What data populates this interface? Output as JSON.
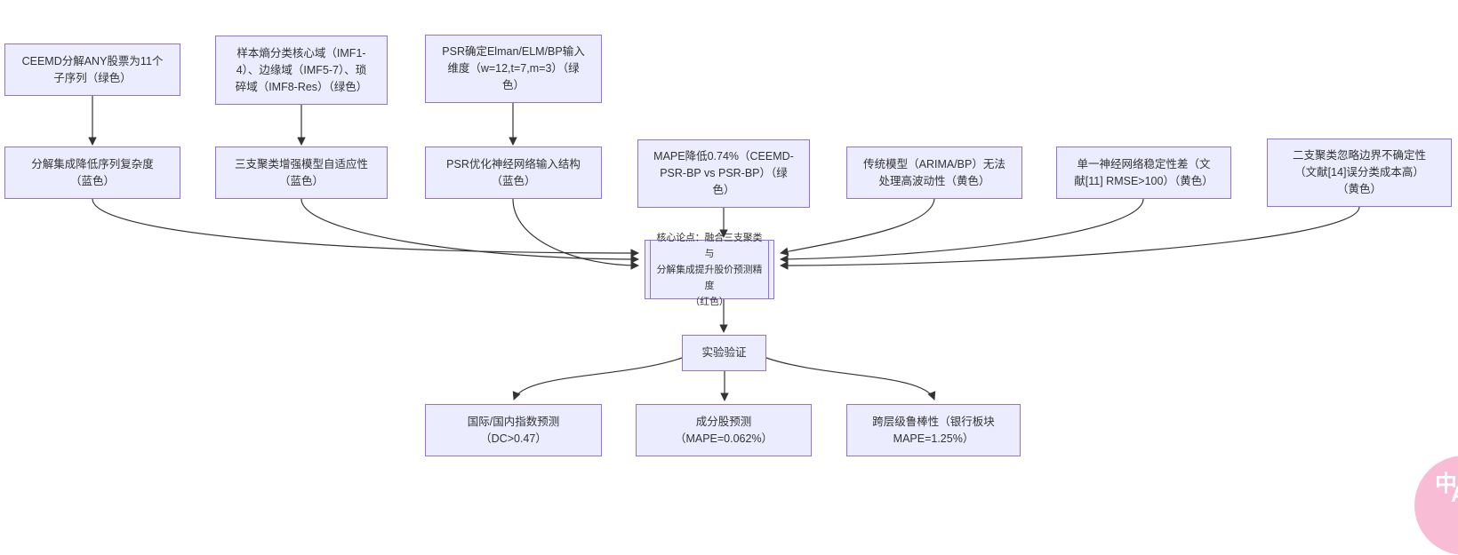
{
  "colors": {
    "node_fill": "#ECECFF",
    "node_border": "#9370DB",
    "edge": "#333333",
    "text": "#333333",
    "translate_button_bg": "#f8bdd4"
  },
  "nodes": {
    "ceemd_decompose": {
      "label": "CEEMD分解ANY股票为11个\n子序列（绿色）"
    },
    "sample_entropy": {
      "label": "样本熵分类核心域（IMF1-\n4）、边缘域（IMF5-7）、琐\n碎域（IMF8-Res）（绿色）"
    },
    "psr_input_dim": {
      "label": "PSR确定Elman/ELM/BP输入\n维度（w=12,t=7,m=3）（绿\n色）"
    },
    "decomp_complexity": {
      "label": "分解集成降低序列复杂度\n（蓝色）"
    },
    "three_way_adaptivity": {
      "label": "三支聚类增强模型自适应性\n（蓝色）"
    },
    "psr_structure": {
      "label": "PSR优化神经网络输入结构\n（蓝色）"
    },
    "mape_reduction": {
      "label": "MAPE降低0.74%（CEEMD-\nPSR-BP vs PSR-BP）（绿\n色）"
    },
    "traditional_limit": {
      "label": "传统模型（ARIMA/BP）无法\n处理高波动性（黄色）"
    },
    "single_nn_unstable": {
      "label": "单一神经网络稳定性差（文\n献[11] RMSE>100）（黄色）"
    },
    "two_way_limit": {
      "label": "二支聚类忽略边界不确定性\n（文献[14]误分类成本高）\n（黄色）"
    },
    "core_thesis": {
      "label": "核心论点：融合三支聚类与\n分解集成提升股价预测精度\n（红色）"
    },
    "experiment": {
      "label": "实验验证"
    },
    "index_prediction": {
      "label": "国际/国内指数预测\n（DC>0.47）"
    },
    "constituent_prediction": {
      "label": "成分股预测\n（MAPE=0.062%）"
    },
    "cross_level_robustness": {
      "label": "跨层级鲁棒性（银行板块\nMAPE=1.25%）"
    }
  },
  "edges": [
    {
      "from": "ceemd_decompose",
      "to": "decomp_complexity"
    },
    {
      "from": "sample_entropy",
      "to": "three_way_adaptivity"
    },
    {
      "from": "psr_input_dim",
      "to": "psr_structure"
    },
    {
      "from": "decomp_complexity",
      "to": "core_thesis"
    },
    {
      "from": "three_way_adaptivity",
      "to": "core_thesis"
    },
    {
      "from": "psr_structure",
      "to": "core_thesis"
    },
    {
      "from": "mape_reduction",
      "to": "core_thesis"
    },
    {
      "from": "traditional_limit",
      "to": "core_thesis"
    },
    {
      "from": "single_nn_unstable",
      "to": "core_thesis"
    },
    {
      "from": "two_way_limit",
      "to": "core_thesis"
    },
    {
      "from": "core_thesis",
      "to": "experiment"
    },
    {
      "from": "experiment",
      "to": "index_prediction"
    },
    {
      "from": "experiment",
      "to": "constituent_prediction"
    },
    {
      "from": "experiment",
      "to": "cross_level_robustness"
    }
  ],
  "translate_button": {
    "zh_glyph": "中",
    "en_glyph": "A"
  }
}
